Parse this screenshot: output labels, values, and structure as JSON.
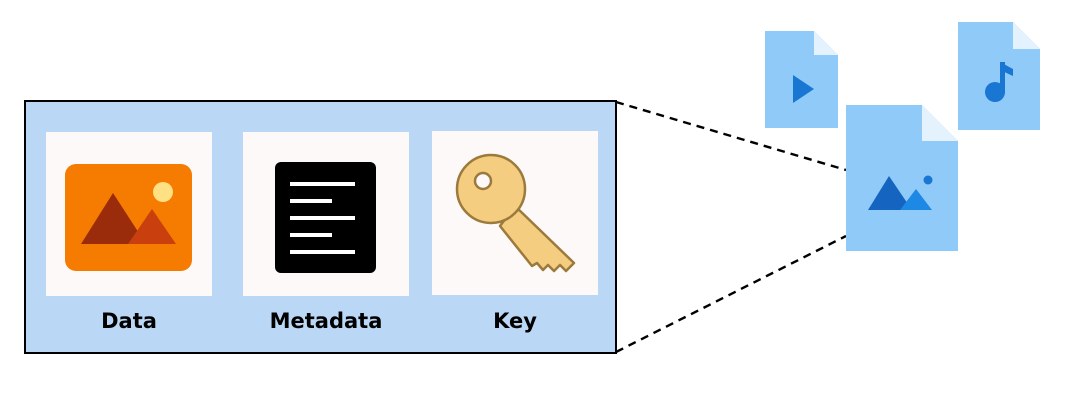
{
  "object": {
    "components": [
      {
        "id": "data",
        "label": "Data",
        "icon": "image-icon"
      },
      {
        "id": "metadata",
        "label": "Metadata",
        "icon": "document-lines-icon"
      },
      {
        "id": "key",
        "label": "Key",
        "icon": "key-icon"
      }
    ]
  },
  "files": [
    {
      "id": "video",
      "icon": "video-file-icon"
    },
    {
      "id": "audio",
      "icon": "audio-file-icon"
    },
    {
      "id": "image",
      "icon": "image-file-icon"
    }
  ],
  "colors": {
    "panel_fill": "#bad8f5",
    "panel_border": "#000000",
    "card_fill": "#fdf9f8",
    "image_bg": "#f57c00",
    "image_mountain_dark": "#9a2c0c",
    "image_mountain_light": "#c9400e",
    "image_sun": "#ffe082",
    "doc_bg": "#000000",
    "doc_lines": "#ffffff",
    "key_fill": "#f4cd80",
    "key_stroke": "#9b7a3c",
    "file_fill": "#90caf9",
    "file_fold": "#e3f2fd",
    "file_icon": "#1976d2"
  }
}
